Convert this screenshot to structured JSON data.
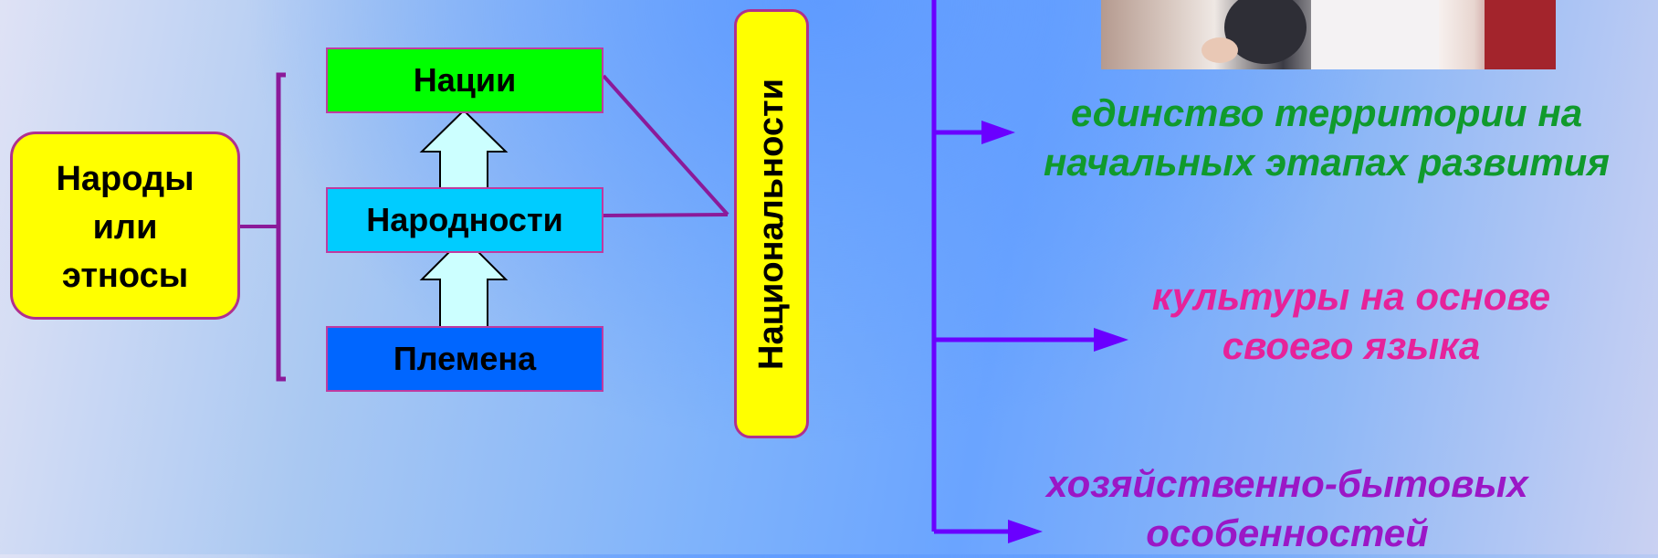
{
  "peoples": {
    "line1": "Народы",
    "line2": "или",
    "line3": "этносы"
  },
  "hierarchy": {
    "nations": "Нации",
    "narodnosti": "Народности",
    "tribes": "Племена"
  },
  "nationalities_label": "Национальности",
  "features": {
    "territory_line1": "единство территории на",
    "territory_line2": "начальных этапах развития",
    "culture_line1": "культуры на основе",
    "culture_line2": "своего языка",
    "household_line1": "хозяйственно-бытовых",
    "household_line2": "особенностей"
  },
  "colors": {
    "yellow_box": "#ffff00",
    "nations_box": "#00ff00",
    "narodnosti_box": "#00ccff",
    "tribes_box": "#0066ff",
    "bracket_purple": "#8b1a9a",
    "right_line_violet": "#6a00ff",
    "territory_text": "#109a2c",
    "culture_text": "#e6229a",
    "household_text": "#9b17c6"
  }
}
